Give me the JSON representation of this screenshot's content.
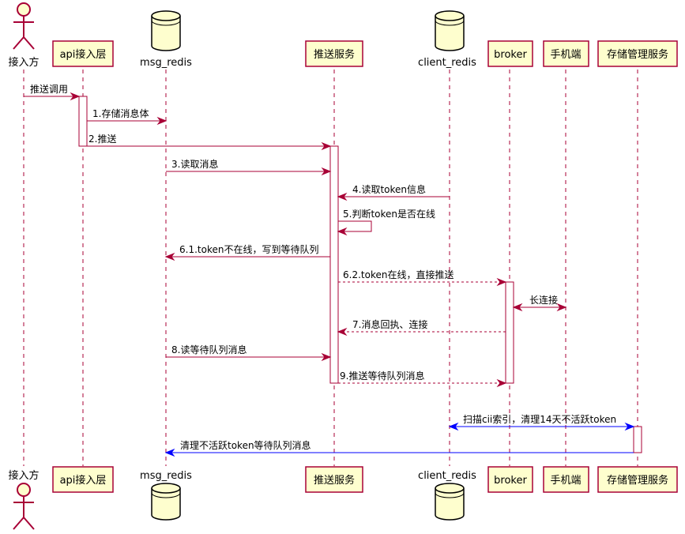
{
  "participants": [
    {
      "id": "actor",
      "label": "接入方",
      "kind": "actor"
    },
    {
      "id": "api",
      "label": "api接入层",
      "kind": "participant"
    },
    {
      "id": "msgredis",
      "label": "msg_redis",
      "kind": "database"
    },
    {
      "id": "push",
      "label": "推送服务",
      "kind": "participant"
    },
    {
      "id": "clientredis",
      "label": "client_redis",
      "kind": "database"
    },
    {
      "id": "broker",
      "label": "broker",
      "kind": "participant"
    },
    {
      "id": "mobile",
      "label": "手机端",
      "kind": "participant"
    },
    {
      "id": "storage",
      "label": "存储管理服务",
      "kind": "participant"
    }
  ],
  "messages": [
    {
      "from": "actor",
      "to": "api",
      "label": "推送调用",
      "style": "solid",
      "color": "#A80036"
    },
    {
      "from": "api",
      "to": "msgredis",
      "label": "1.存储消息体",
      "style": "solid",
      "color": "#A80036"
    },
    {
      "from": "api",
      "to": "push",
      "label": "2.推送",
      "style": "solid",
      "color": "#A80036"
    },
    {
      "from": "msgredis",
      "to": "push",
      "label": "3.读取消息",
      "style": "solid",
      "color": "#A80036"
    },
    {
      "from": "clientredis",
      "to": "push",
      "label": "4.读取token信息",
      "style": "solid",
      "color": "#A80036"
    },
    {
      "from": "push",
      "to": "push",
      "label": "5.判断token是否在线",
      "style": "solid",
      "color": "#A80036"
    },
    {
      "from": "push",
      "to": "msgredis",
      "label": "6.1.token不在线，写到等待队列",
      "style": "solid",
      "color": "#A80036"
    },
    {
      "from": "push",
      "to": "broker",
      "label": "6.2.token在线，直接推送",
      "style": "dashed",
      "color": "#A80036"
    },
    {
      "from": "broker",
      "to": "mobile",
      "label": "长连接",
      "style": "solid",
      "color": "#A80036",
      "bidirectional": true
    },
    {
      "from": "broker",
      "to": "push",
      "label": "7.消息回执、连接",
      "style": "dashed",
      "color": "#A80036"
    },
    {
      "from": "msgredis",
      "to": "push",
      "label": "8.读等待队列消息",
      "style": "solid",
      "color": "#A80036"
    },
    {
      "from": "push",
      "to": "broker",
      "label": "9.推送等待队列消息",
      "style": "dashed",
      "color": "#A80036"
    },
    {
      "from": "clientredis",
      "to": "storage",
      "label": "扫描cii索引，清理14天不活跃token",
      "style": "solid",
      "color": "#0000FF",
      "bidirectional": true
    },
    {
      "from": "storage",
      "to": "msgredis",
      "label": "清理不活跃token等待队列消息",
      "style": "solid",
      "color": "#0000FF"
    }
  ]
}
